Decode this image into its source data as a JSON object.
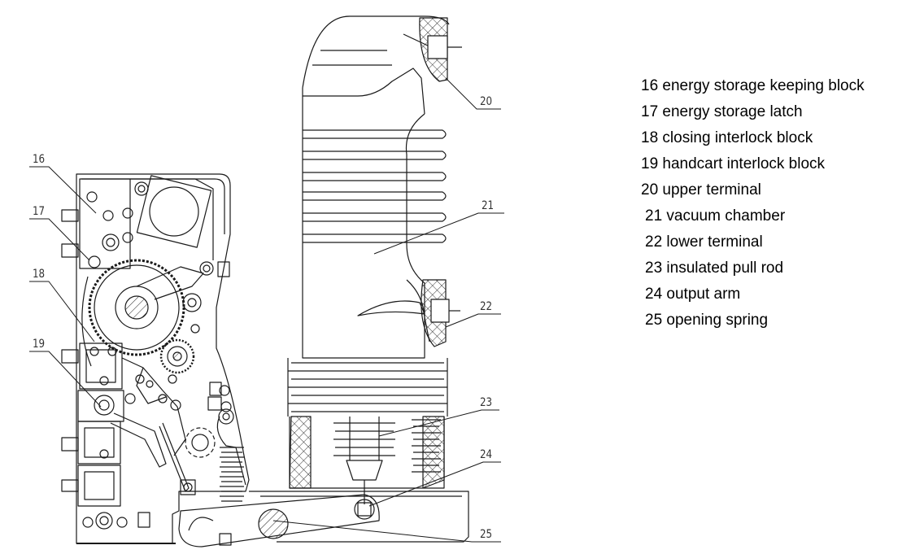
{
  "callouts": [
    "16",
    "17",
    "18",
    "19",
    "20",
    "21",
    "22",
    "23",
    "24",
    "25"
  ],
  "legend": [
    "16 energy storage keeping block",
    "17 energy storage latch",
    "18 closing interlock block",
    "19 handcart interlock block",
    "20 upper terminal",
    "21 vacuum chamber",
    "22 lower terminal",
    "23 insulated pull rod",
    "24 output arm",
    "25 opening spring"
  ],
  "colors": {
    "line": "#1a1a1a",
    "background": "#ffffff"
  }
}
